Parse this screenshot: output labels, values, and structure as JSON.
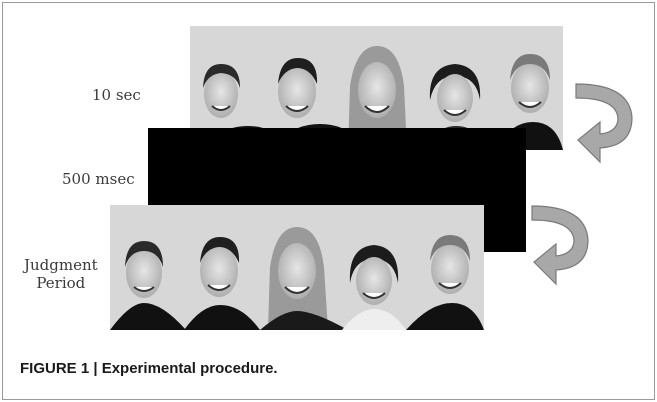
{
  "stages": [
    {
      "label": "10 sec"
    },
    {
      "label": "500 msec"
    },
    {
      "label_lines": [
        "Judgment",
        "Period"
      ]
    }
  ],
  "caption": "FIGURE 1 | Experimental procedure.",
  "images": [
    {
      "content": "five smiling faces (face array)"
    },
    {
      "content": "blank black screen"
    },
    {
      "content": "five smiling faces (face array)"
    }
  ],
  "arrows": [
    {
      "shape": "curved-arrow",
      "direction": "clockwise-down-left",
      "color": "#a8a8a8"
    },
    {
      "shape": "curved-arrow",
      "direction": "clockwise-down-left",
      "color": "#a8a8a8"
    }
  ]
}
